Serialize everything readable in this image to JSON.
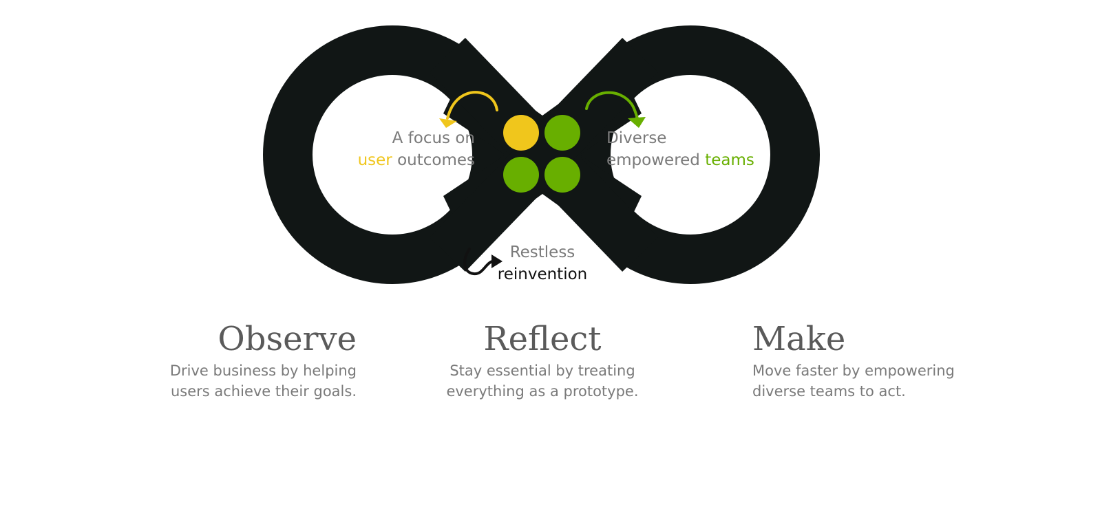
{
  "diagram": {
    "labels": {
      "user": {
        "line1": "A focus on",
        "highlight": "user",
        "rest": " outcomes"
      },
      "teams": {
        "line1": "Diverse",
        "rest": "empowered ",
        "highlight": "teams"
      },
      "reinvention": {
        "line1": "Restless",
        "line2": "reinvention"
      }
    },
    "colors": {
      "loop": "#111615",
      "yellow": "#f0c61c",
      "green": "#68af00",
      "text": "#7a7a7a",
      "heading": "#5a5a5a"
    }
  },
  "columns": [
    {
      "title": "Observe",
      "line1": "Drive business by helping",
      "line2": "users achieve their goals."
    },
    {
      "title": "Reflect",
      "line1": "Stay essential by treating",
      "line2": "everything as a prototype."
    },
    {
      "title": "Make",
      "line1": "Move faster by empowering",
      "line2": "diverse teams to act."
    }
  ]
}
